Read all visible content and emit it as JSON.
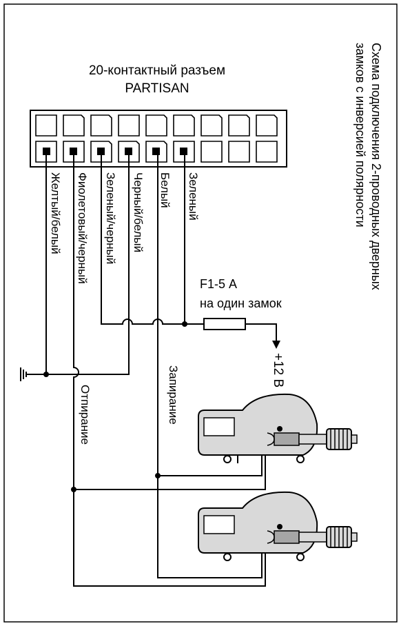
{
  "title": {
    "line1": "Схема подключения 2-проводных дверных",
    "line2": "замков с инверсией полярности"
  },
  "connector": {
    "line1": "20-контактный разъем",
    "line2": "PARTISAN"
  },
  "wires": {
    "yellow_white": "Желтый/белый",
    "violet_black": "Фиолетовый/черный",
    "green_black": "Зеленый/черный",
    "black_white": "Черный/белый",
    "white": "Белый",
    "green": "Зеленый"
  },
  "fuse": {
    "line1": "F1-5 А",
    "line2": "на один замок"
  },
  "power": "+12 В",
  "lock_label": "Запирание",
  "unlock_label": "Отпирание",
  "colors": {
    "line": "#000000",
    "actuator_fill": "#d9d9d9",
    "actuator_dark": "#a6a6a6"
  }
}
